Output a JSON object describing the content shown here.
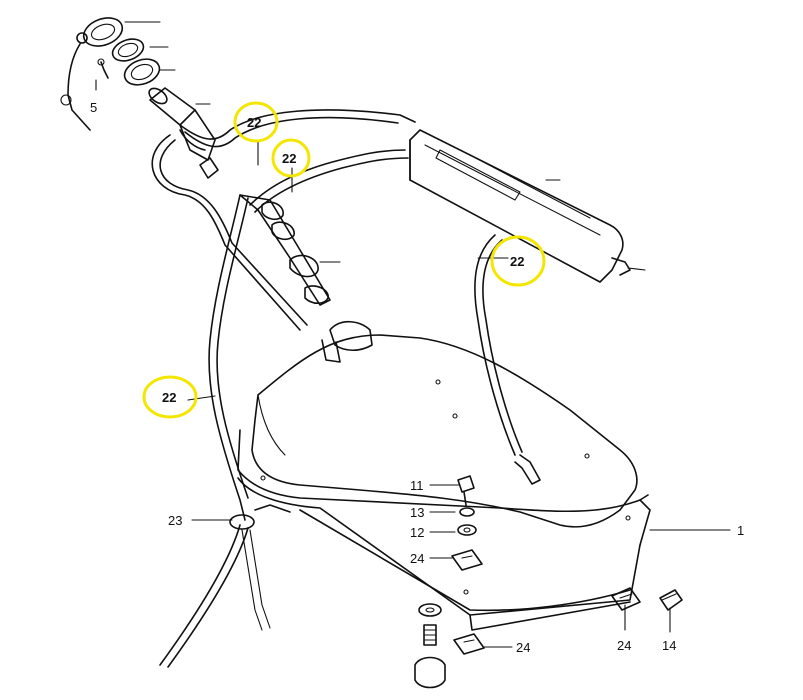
{
  "diagram": {
    "part_labels": {
      "p5": "5",
      "p11": "11",
      "p13": "13",
      "p12": "12",
      "p24_left": "24",
      "p24_bottom": "24",
      "p24_right": "24",
      "p23": "23",
      "p1": "1",
      "p14": "14"
    },
    "highlighted_labels": {
      "h1": "22",
      "h2": "22",
      "h3": "22",
      "h4": "22"
    },
    "highlight_color": "#f3e600",
    "line_color": "#111111"
  }
}
